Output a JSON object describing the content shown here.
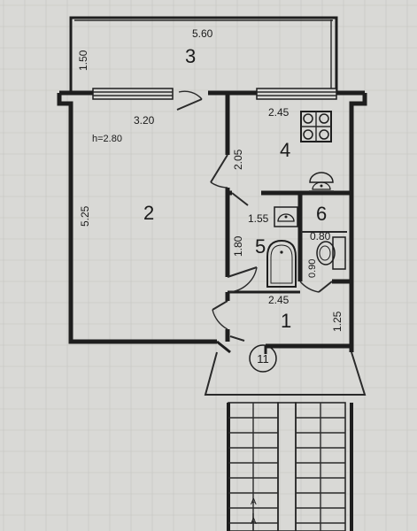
{
  "rooms": {
    "balcony": "3",
    "living": "2",
    "kitchen": "4",
    "hall": "1",
    "bath": "5",
    "toilet": "6"
  },
  "dimensions": {
    "balcony_length": "5.60",
    "balcony_depth": "1.50",
    "living_width": "3.20",
    "living_length": "5.25",
    "ceiling_height": "h=2.80",
    "kitchen_width": "2.45",
    "kitchen_length": "2.05",
    "bath_width": "1.55",
    "bath_length": "1.80",
    "toilet_width": "0.80",
    "toilet_length": "0.90",
    "hall_width": "2.45",
    "hall_length": "1.25"
  },
  "apartment_number": "11",
  "stair_arrows": [
    "A",
    "A"
  ]
}
